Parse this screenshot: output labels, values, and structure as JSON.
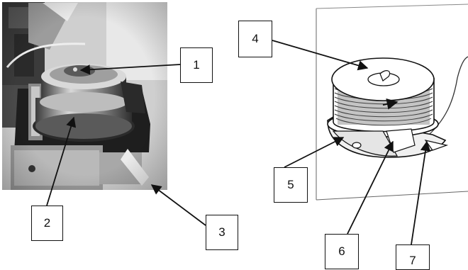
{
  "figure": {
    "callouts": [
      {
        "id": "c1",
        "label": "1"
      },
      {
        "id": "c2",
        "label": "2"
      },
      {
        "id": "c3",
        "label": "3"
      },
      {
        "id": "c4",
        "label": "4"
      },
      {
        "id": "c5",
        "label": "5"
      },
      {
        "id": "c6",
        "label": "6"
      },
      {
        "id": "c7",
        "label": "7"
      }
    ]
  },
  "colors": {
    "ink": "#111111",
    "photo_dark": "#2a2a2a",
    "photo_mid": "#7a7a7a",
    "photo_light": "#d6d6d6",
    "paper": "#ffffff"
  },
  "icons": [
    "bobbin-assembly-photo",
    "bobbin-case-drawing",
    "arrow"
  ]
}
